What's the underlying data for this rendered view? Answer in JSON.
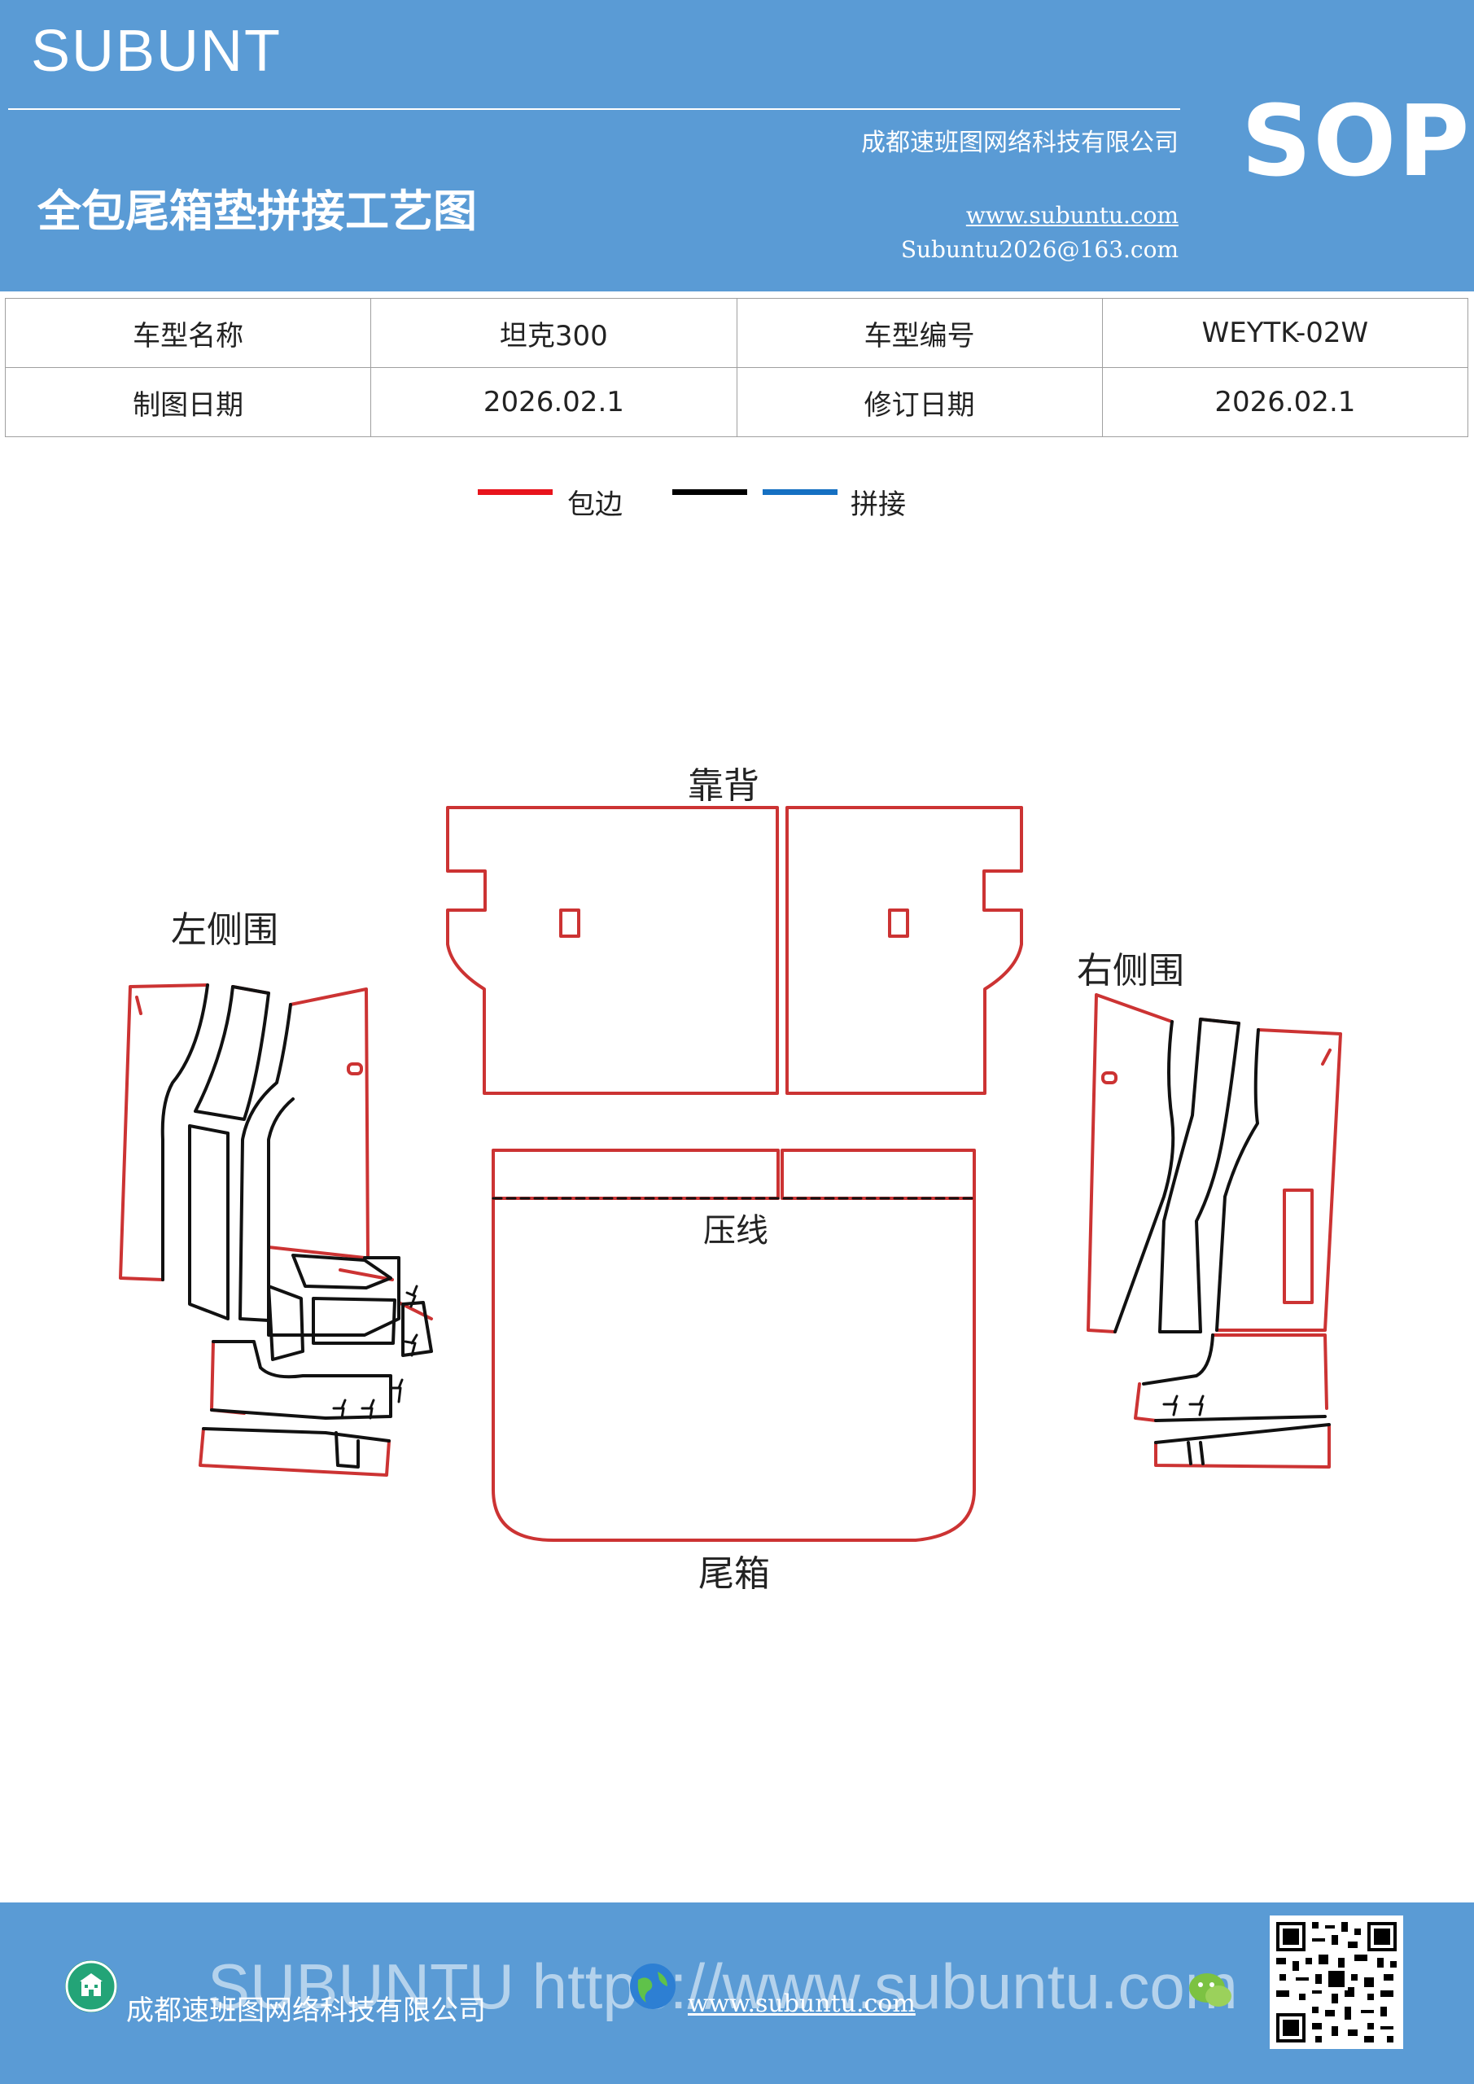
{
  "header": {
    "brand": "SUBUNT",
    "company": "成都速班图网络科技有限公司",
    "title": "全包尾箱垫拼接工艺图",
    "url": "www.subuntu.com",
    "email": "Subuntu2026@163.com",
    "sop": "SOP"
  },
  "info_table": {
    "rows": [
      [
        "车型名称",
        "坦克300",
        "车型编号",
        "WEYTK-02W"
      ],
      [
        "制图日期",
        "2026.02.1",
        "修订日期",
        "2026.02.1"
      ]
    ]
  },
  "legend": {
    "items": [
      {
        "label": "包边",
        "color": "#e8141c"
      },
      {
        "label": "",
        "color": "#000000"
      },
      {
        "label": "拼接",
        "color": "#1570c2"
      }
    ]
  },
  "diagram": {
    "labels": {
      "backrest": "靠背",
      "left_side": "左侧围",
      "right_side": "右侧围",
      "press_line": "压线",
      "trunk": "尾箱"
    },
    "colors": {
      "edge": "#cc3333",
      "seam": "#111111"
    }
  },
  "footer": {
    "watermark": "SUBUNTU https://www.subuntu.com",
    "company": "成都速班图网络科技有限公司",
    "url": "www.subuntu.com"
  }
}
